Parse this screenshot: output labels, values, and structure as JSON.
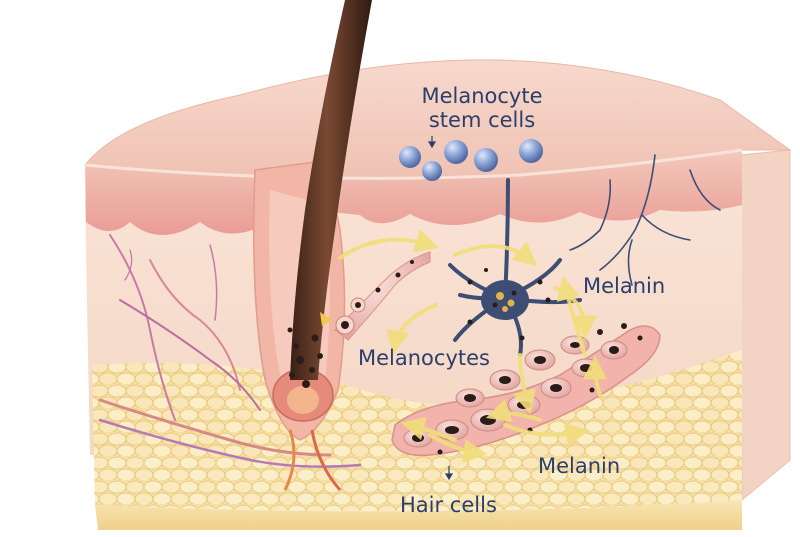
{
  "labels": {
    "melanocyte_stem_cells": [
      "Melanocyte",
      "stem cells"
    ],
    "melanin_upper": "Melanin",
    "melanocytes": "Melanocytes",
    "melanin_lower": "Melanin",
    "hair_cells": "Hair cells"
  },
  "colors": {
    "label_text": "#2c3e6b",
    "arrow": "#f2de7a",
    "stem_cell": "#8ea6d6",
    "epidermis": "#f2c4b8",
    "dermis": "#f7ddd0",
    "fat": "#f6dfa0",
    "hair": "#5a3322",
    "melanocyte_body": "#3e4d73",
    "melanin_granule": "#2a1c18"
  }
}
